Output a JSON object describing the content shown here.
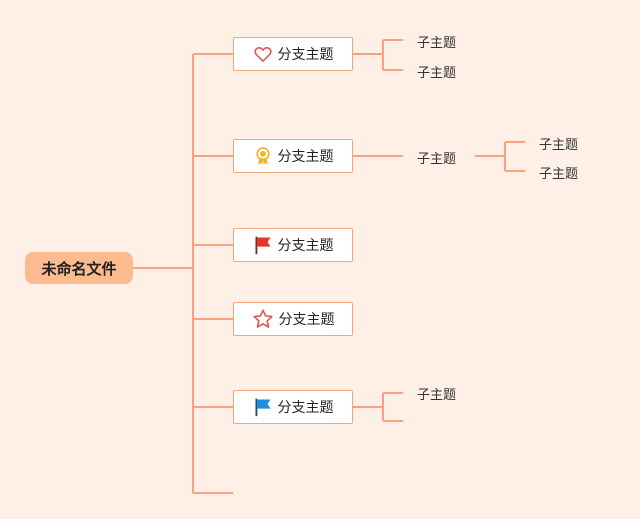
{
  "root": {
    "label": "未命名文件"
  },
  "branches": [
    {
      "label": "分支主题",
      "icon": "heart-icon"
    },
    {
      "label": "分支主题",
      "icon": "award-badge-icon"
    },
    {
      "label": "分支主题",
      "icon": "red-flag-icon"
    },
    {
      "label": "分支主题",
      "icon": "star-icon"
    },
    {
      "label": "分支主题",
      "icon": "blue-flag-icon"
    }
  ],
  "subtopics": {
    "b1": [
      "子主题",
      "子主题"
    ],
    "b2": [
      "子主题"
    ],
    "b2_1": [
      "子主题",
      "子主题"
    ],
    "b5": [
      "子主题"
    ]
  },
  "colors": {
    "background": "#fef0e6",
    "root_fill": "#fbbb8e",
    "connector": "#f7a380",
    "heart": "#e05a55",
    "badge": "#f0b429",
    "red_flag": "#e8352b",
    "star": "#e05a55",
    "blue_flag": "#1e8fe0"
  }
}
